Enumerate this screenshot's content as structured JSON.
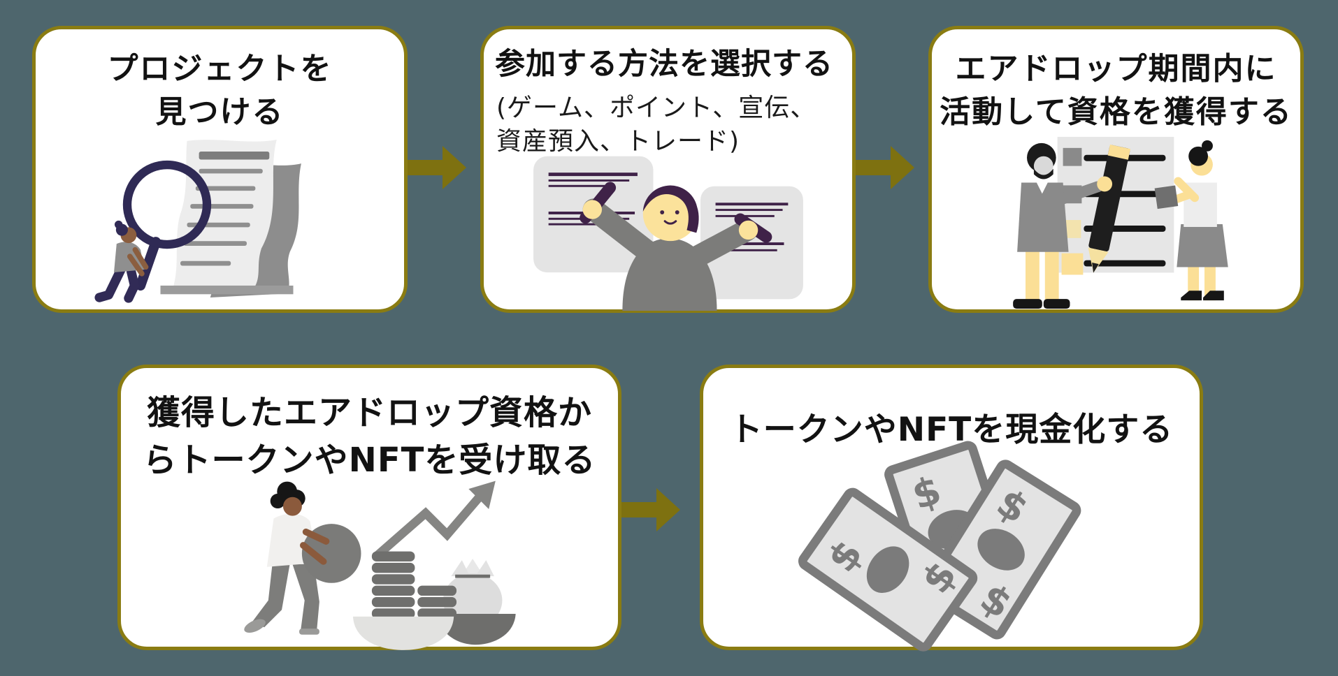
{
  "colors": {
    "background": "#4E666D",
    "card_background": "#FFFFFF",
    "card_border": "#8A7C12",
    "arrow": "#7E7110",
    "title_text": "#121212"
  },
  "cards": [
    {
      "id": "find-project",
      "title_lines": [
        "プロジェクトを",
        "見つける"
      ],
      "illustration": "person-with-magnifier-examining-document"
    },
    {
      "id": "choose-method",
      "title_lines": [
        "参加する方法を選択する"
      ],
      "subtitle_lines": [
        "(ゲーム、ポイント、宣伝、",
        "資産預入、トレード)"
      ],
      "illustration": "person-writing-on-two-documents"
    },
    {
      "id": "earn-qualification",
      "title_lines": [
        "エアドロップ期間内に",
        "活動して資格を獲得する"
      ],
      "illustration": "two-people-filling-checklist-with-giant-pencil"
    },
    {
      "id": "receive-tokens",
      "title_lines": [
        "獲得したエアドロップ資格か",
        "らトークンやNFTを受け取る"
      ],
      "illustration": "woman-holding-coin-with-growth-arrow-and-money-bag"
    },
    {
      "id": "cash-out",
      "title_lines": [
        "トークンやNFTを現金化する"
      ],
      "illustration": "fan-of-three-dollar-bills"
    }
  ],
  "arrows": [
    {
      "from": "find-project",
      "to": "choose-method"
    },
    {
      "from": "choose-method",
      "to": "earn-qualification"
    },
    {
      "from": "receive-tokens",
      "to": "cash-out"
    }
  ]
}
